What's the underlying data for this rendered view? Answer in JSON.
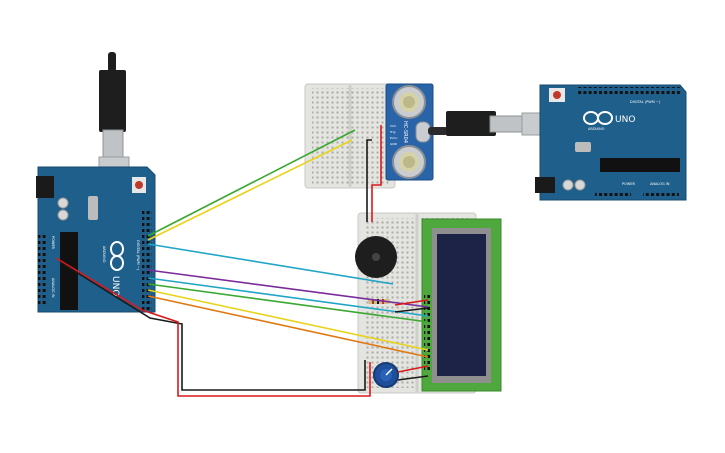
{
  "components": {
    "arduino_left": {
      "logo_text": "UNO",
      "brand_text": "ARDUINO",
      "section_label": "DIGITAL (PWM ~)",
      "analog_label": "ANALOG IN",
      "power_label": "POWER"
    },
    "arduino_right": {
      "logo_text": "UNO",
      "brand_text": "ARDUINO",
      "section_label": "DIGITAL (PWM ~)",
      "analog_label": "ANALOG IN",
      "power_label": "POWER"
    },
    "sensor": {
      "model": "HC-SR04",
      "pins": [
        "VCC",
        "Trig",
        "Echo",
        "GND"
      ]
    }
  },
  "colors": {
    "board": "#1f5f8b",
    "board_edge": "#174a6c",
    "breadboard": "#e3e3df",
    "lcd_pcb": "#4fa83d",
    "lcd_screen": "#1c2346",
    "wire_red": "#d9191c",
    "wire_black": "#1a1a1a",
    "wire_yellow": "#e8d31a",
    "wire_green": "#3aa830",
    "wire_teal": "#21a6c7",
    "wire_purple": "#7b2c9b",
    "wire_orange": "#e07812"
  },
  "icons": [
    "usb-plug-icon",
    "arduino-infinity-logo-icon",
    "buzzer-icon",
    "potentiometer-icon"
  ]
}
